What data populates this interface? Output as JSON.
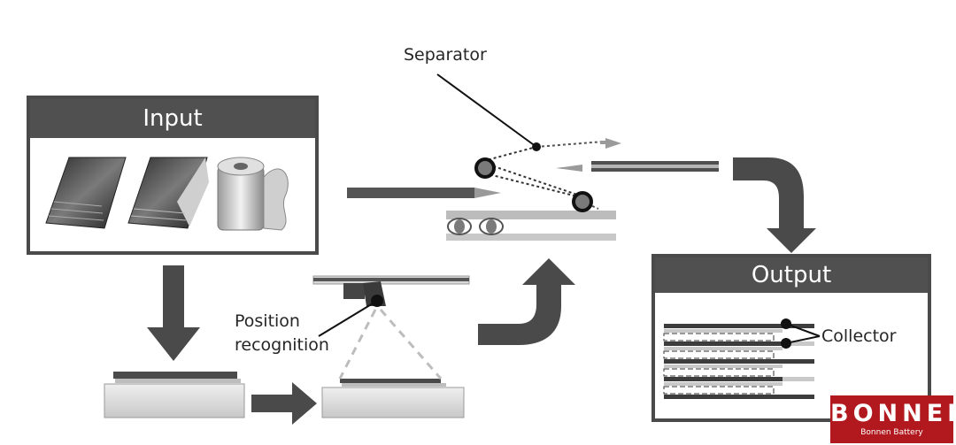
{
  "input_box": {
    "title": "Input"
  },
  "output_box": {
    "title": "Output"
  },
  "labels": {
    "separator": "Separator",
    "position_line1": "Position",
    "position_line2": "recognition",
    "collector": "Collector"
  },
  "logo": {
    "brand": "BONNEN",
    "sub": "Bonnen Battery"
  },
  "colors": {
    "dark": "#4d4d4d",
    "mid": "#8c8c8c",
    "light": "#d0d0d0",
    "arrow": "#4a4a4a",
    "logo": "#b1191e"
  }
}
